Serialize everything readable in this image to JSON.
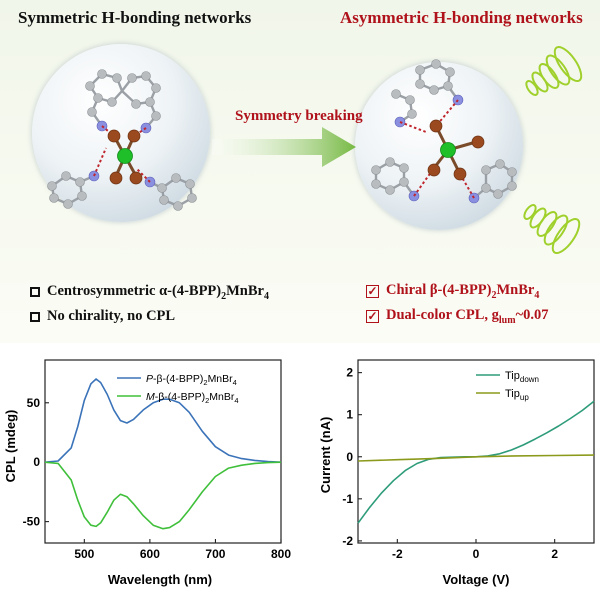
{
  "headers": {
    "left": "Symmetric H-bonding networks",
    "right": "Asymmetric H-bonding networks",
    "transition": "Symmetry breaking"
  },
  "labels_left": [
    {
      "prefix": "Centrosymmetric α-(4-BPP)",
      "sub": "2",
      "suffix": "MnBr",
      "sub2": "4"
    },
    {
      "prefix": "No chirality, no CPL",
      "sub": "",
      "suffix": "",
      "sub2": ""
    }
  ],
  "labels_right": [
    {
      "prefix": "Chiral β-(4-BPP)",
      "sub": "2",
      "suffix": "MnBr",
      "sub2": "4"
    },
    {
      "prefix": "Dual-color CPL, g",
      "sub": "lum",
      "suffix": "~0.07",
      "sub2": ""
    }
  ],
  "colors": {
    "red_text": "#b0121b",
    "mn_atom": "#1fbf2a",
    "br_atom": "#9a4a1e",
    "n_atom": "#8a8fe0",
    "c_atom": "#b9bcbf",
    "arrow": "#76b943",
    "cpl_spiral": "#9fd02c"
  },
  "icons": [
    "checkbox-empty-icon",
    "checkbox-checked-icon",
    "cpl-spiral-icon"
  ],
  "chart_data": [
    {
      "type": "line",
      "title": "",
      "xlabel": "Wavelength (nm)",
      "ylabel": "CPL (mdeg)",
      "xlim": [
        440,
        800
      ],
      "ylim": [
        -68,
        86
      ],
      "xticks": [
        500,
        600,
        700,
        800
      ],
      "yticks": [
        -50,
        0,
        50
      ],
      "legend_position": "top-right",
      "series": [
        {
          "name": "P-β-(4-BPP)2MnBr4",
          "name_parts": {
            "italic": "P",
            "prefix": "-β-(4-BPP)",
            "sub": "2",
            "suffix": "MnBr",
            "sub2": "4"
          },
          "color": "#3b73b9",
          "x": [
            440,
            460,
            480,
            490,
            500,
            510,
            518,
            525,
            535,
            545,
            555,
            565,
            575,
            590,
            605,
            620,
            630,
            645,
            660,
            680,
            700,
            720,
            740,
            760,
            780,
            800
          ],
          "y": [
            0,
            1,
            12,
            30,
            52,
            66,
            70,
            67,
            57,
            44,
            35,
            33,
            36,
            44,
            50,
            53,
            53,
            50,
            42,
            26,
            13,
            6,
            3,
            1.5,
            0.5,
            0
          ]
        },
        {
          "name": "M-β-(4-BPP)2MnBr4",
          "name_parts": {
            "italic": "M",
            "prefix": "-β-(4-BPP)",
            "sub": "2",
            "suffix": "MnBr",
            "sub2": "4"
          },
          "color": "#3fbf3a",
          "x": [
            440,
            460,
            480,
            490,
            500,
            510,
            518,
            525,
            535,
            545,
            555,
            565,
            575,
            590,
            605,
            620,
            630,
            645,
            660,
            680,
            700,
            720,
            740,
            760,
            780,
            800
          ],
          "y": [
            0,
            -1,
            -15,
            -32,
            -46,
            -53,
            -54,
            -51,
            -42,
            -32,
            -27,
            -29,
            -35,
            -45,
            -53,
            -56,
            -55,
            -50,
            -40,
            -25,
            -12,
            -5,
            -2.5,
            -1,
            -0.3,
            0
          ]
        }
      ]
    },
    {
      "type": "line",
      "title": "",
      "xlabel": "Voltage (V)",
      "ylabel": "Current (nA)",
      "xlim": [
        -3,
        3
      ],
      "ylim": [
        -2.05,
        2.3
      ],
      "xticks": [
        -2,
        0,
        2
      ],
      "yticks": [
        -2,
        -1,
        0,
        1,
        2
      ],
      "legend_position": "top-right",
      "series": [
        {
          "name": "Tipdown",
          "name_parts": {
            "italic": "",
            "prefix": "Tip",
            "sub": "down",
            "suffix": "",
            "sub2": ""
          },
          "color": "#2e9c7a",
          "x": [
            -3,
            -2.7,
            -2.4,
            -2.1,
            -1.8,
            -1.5,
            -1.2,
            -0.9,
            -0.6,
            -0.3,
            0,
            0.3,
            0.6,
            0.9,
            1.2,
            1.5,
            1.8,
            2.1,
            2.4,
            2.7,
            3
          ],
          "y": [
            -1.58,
            -1.2,
            -0.86,
            -0.57,
            -0.33,
            -0.16,
            -0.06,
            -0.02,
            -0.01,
            0,
            0,
            0.02,
            0.07,
            0.16,
            0.28,
            0.42,
            0.57,
            0.73,
            0.91,
            1.1,
            1.32
          ]
        },
        {
          "name": "Tipup",
          "name_parts": {
            "italic": "",
            "prefix": "Tip",
            "sub": "up",
            "suffix": "",
            "sub2": ""
          },
          "color": "#8c9a1c",
          "x": [
            -3,
            -2,
            -1,
            0,
            1,
            2,
            3
          ],
          "y": [
            -0.1,
            -0.07,
            -0.04,
            0,
            0.02,
            0.03,
            0.04
          ]
        }
      ]
    }
  ]
}
